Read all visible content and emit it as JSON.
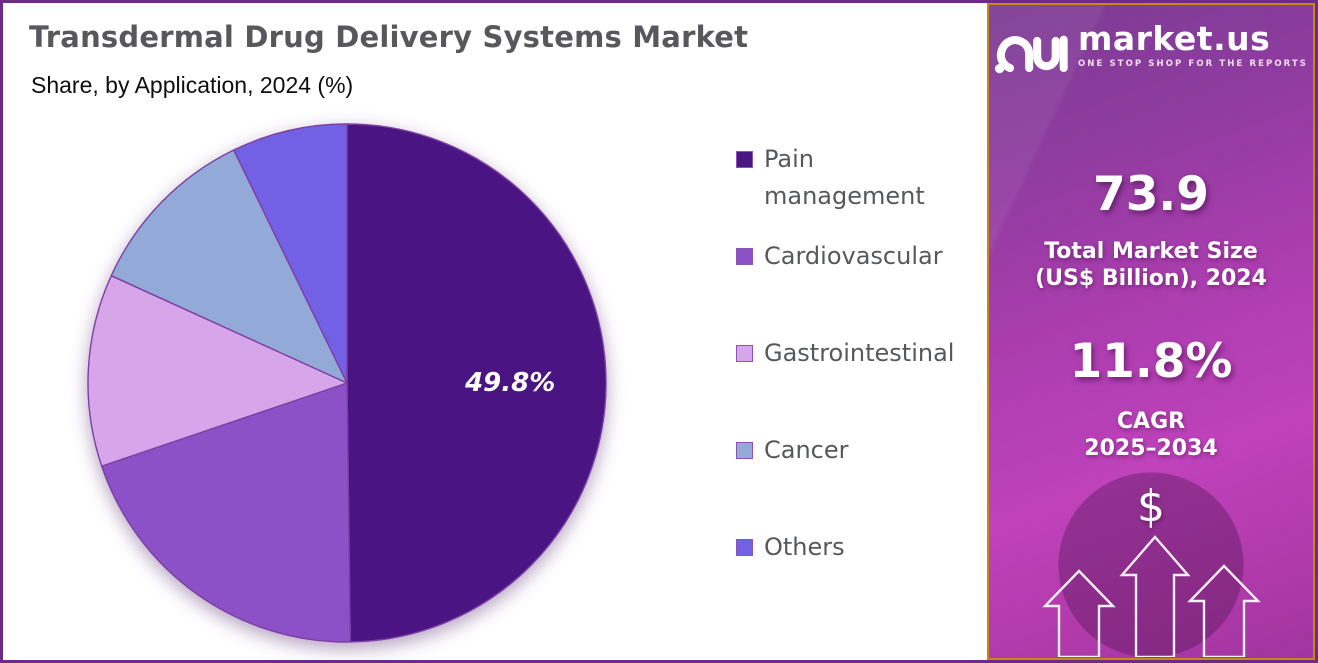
{
  "header": {
    "title": "Transdermal Drug Delivery Systems Market",
    "subtitle": "Share, by Application, 2024 (%)"
  },
  "chart_data": {
    "type": "pie",
    "title": "Transdermal Drug Delivery Systems Market",
    "subtitle": "Share, by Application, 2024 (%)",
    "unit": "% share",
    "categories": [
      "Pain management",
      "Cardiovascular",
      "Gastrointestinal",
      "Cancer",
      "Others"
    ],
    "values": [
      49.8,
      20.0,
      12.0,
      11.0,
      7.2
    ],
    "estimated": [
      false,
      true,
      true,
      true,
      true
    ],
    "value_labels": [
      "49.8%",
      "",
      "",
      "",
      ""
    ],
    "colors": [
      "#4a1582",
      "#8c51c7",
      "#d7a6ea",
      "#93aad8",
      "#7261e4"
    ],
    "slice_border_color": "#7d3fa4",
    "start_angle_deg": 0,
    "direction": "clockwise",
    "legend_position": "right"
  },
  "legend": {
    "items": [
      {
        "label": "Pain\nmanagement"
      },
      {
        "label": "Cardiovascular"
      },
      {
        "label": "Gastrointestinal"
      },
      {
        "label": "Cancer"
      },
      {
        "label": "Others"
      }
    ]
  },
  "sidebar": {
    "brand": "market.us",
    "tagline": "ONE STOP SHOP FOR THE REPORTS",
    "stats": [
      {
        "value": "73.9",
        "label_line1": "Total Market Size",
        "label_line2": "(US$ Billion), 2024"
      },
      {
        "value": "11.8%",
        "label_line1": "CAGR",
        "label_line2": "2025–2034"
      }
    ],
    "dollar_symbol": "$"
  }
}
